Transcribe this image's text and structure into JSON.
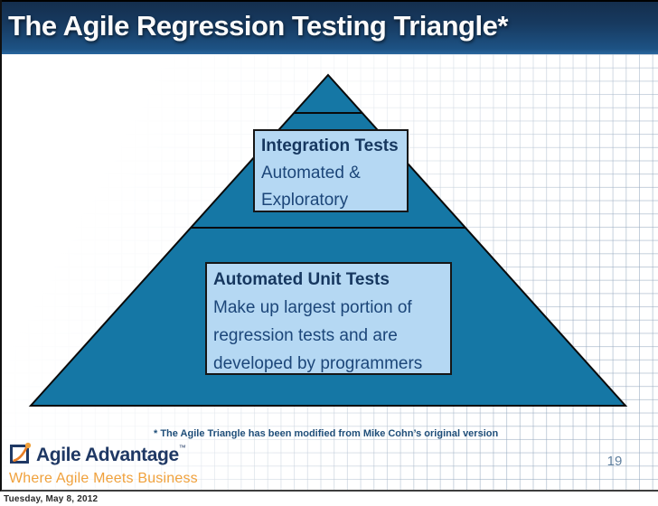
{
  "slide": {
    "title": "The Agile Regression Testing Triangle*",
    "page_number": "19",
    "footnote": "* The Agile Triangle has been modified from Mike Cohn’s original version",
    "status_date": "Tuesday, May 8, 2012"
  },
  "pyramid": {
    "type": "triangle-diagram",
    "levels": 3,
    "integration_box": {
      "title": "Integration Tests",
      "lines": [
        "Automated &",
        "Exploratory"
      ]
    },
    "unit_box": {
      "title": "Automated Unit Tests",
      "lines": [
        "Make up largest portion of",
        "regression tests and are",
        "developed by programmers"
      ]
    }
  },
  "logo": {
    "brand": "Agile Advantage",
    "trademark": "™",
    "tagline": "Where Agile Meets Business"
  },
  "colors": {
    "title_bar_top": "#142E4D",
    "title_bar_bottom": "#2A679E",
    "triangle_fill": "#1577A5",
    "box_fill": "#B5D8F3",
    "navy": "#1F3864",
    "footnote_blue": "#1F4E79",
    "accent_orange": "#F0A13C",
    "swoosh_orange": "#E87E26",
    "page_num": "#60809F"
  }
}
